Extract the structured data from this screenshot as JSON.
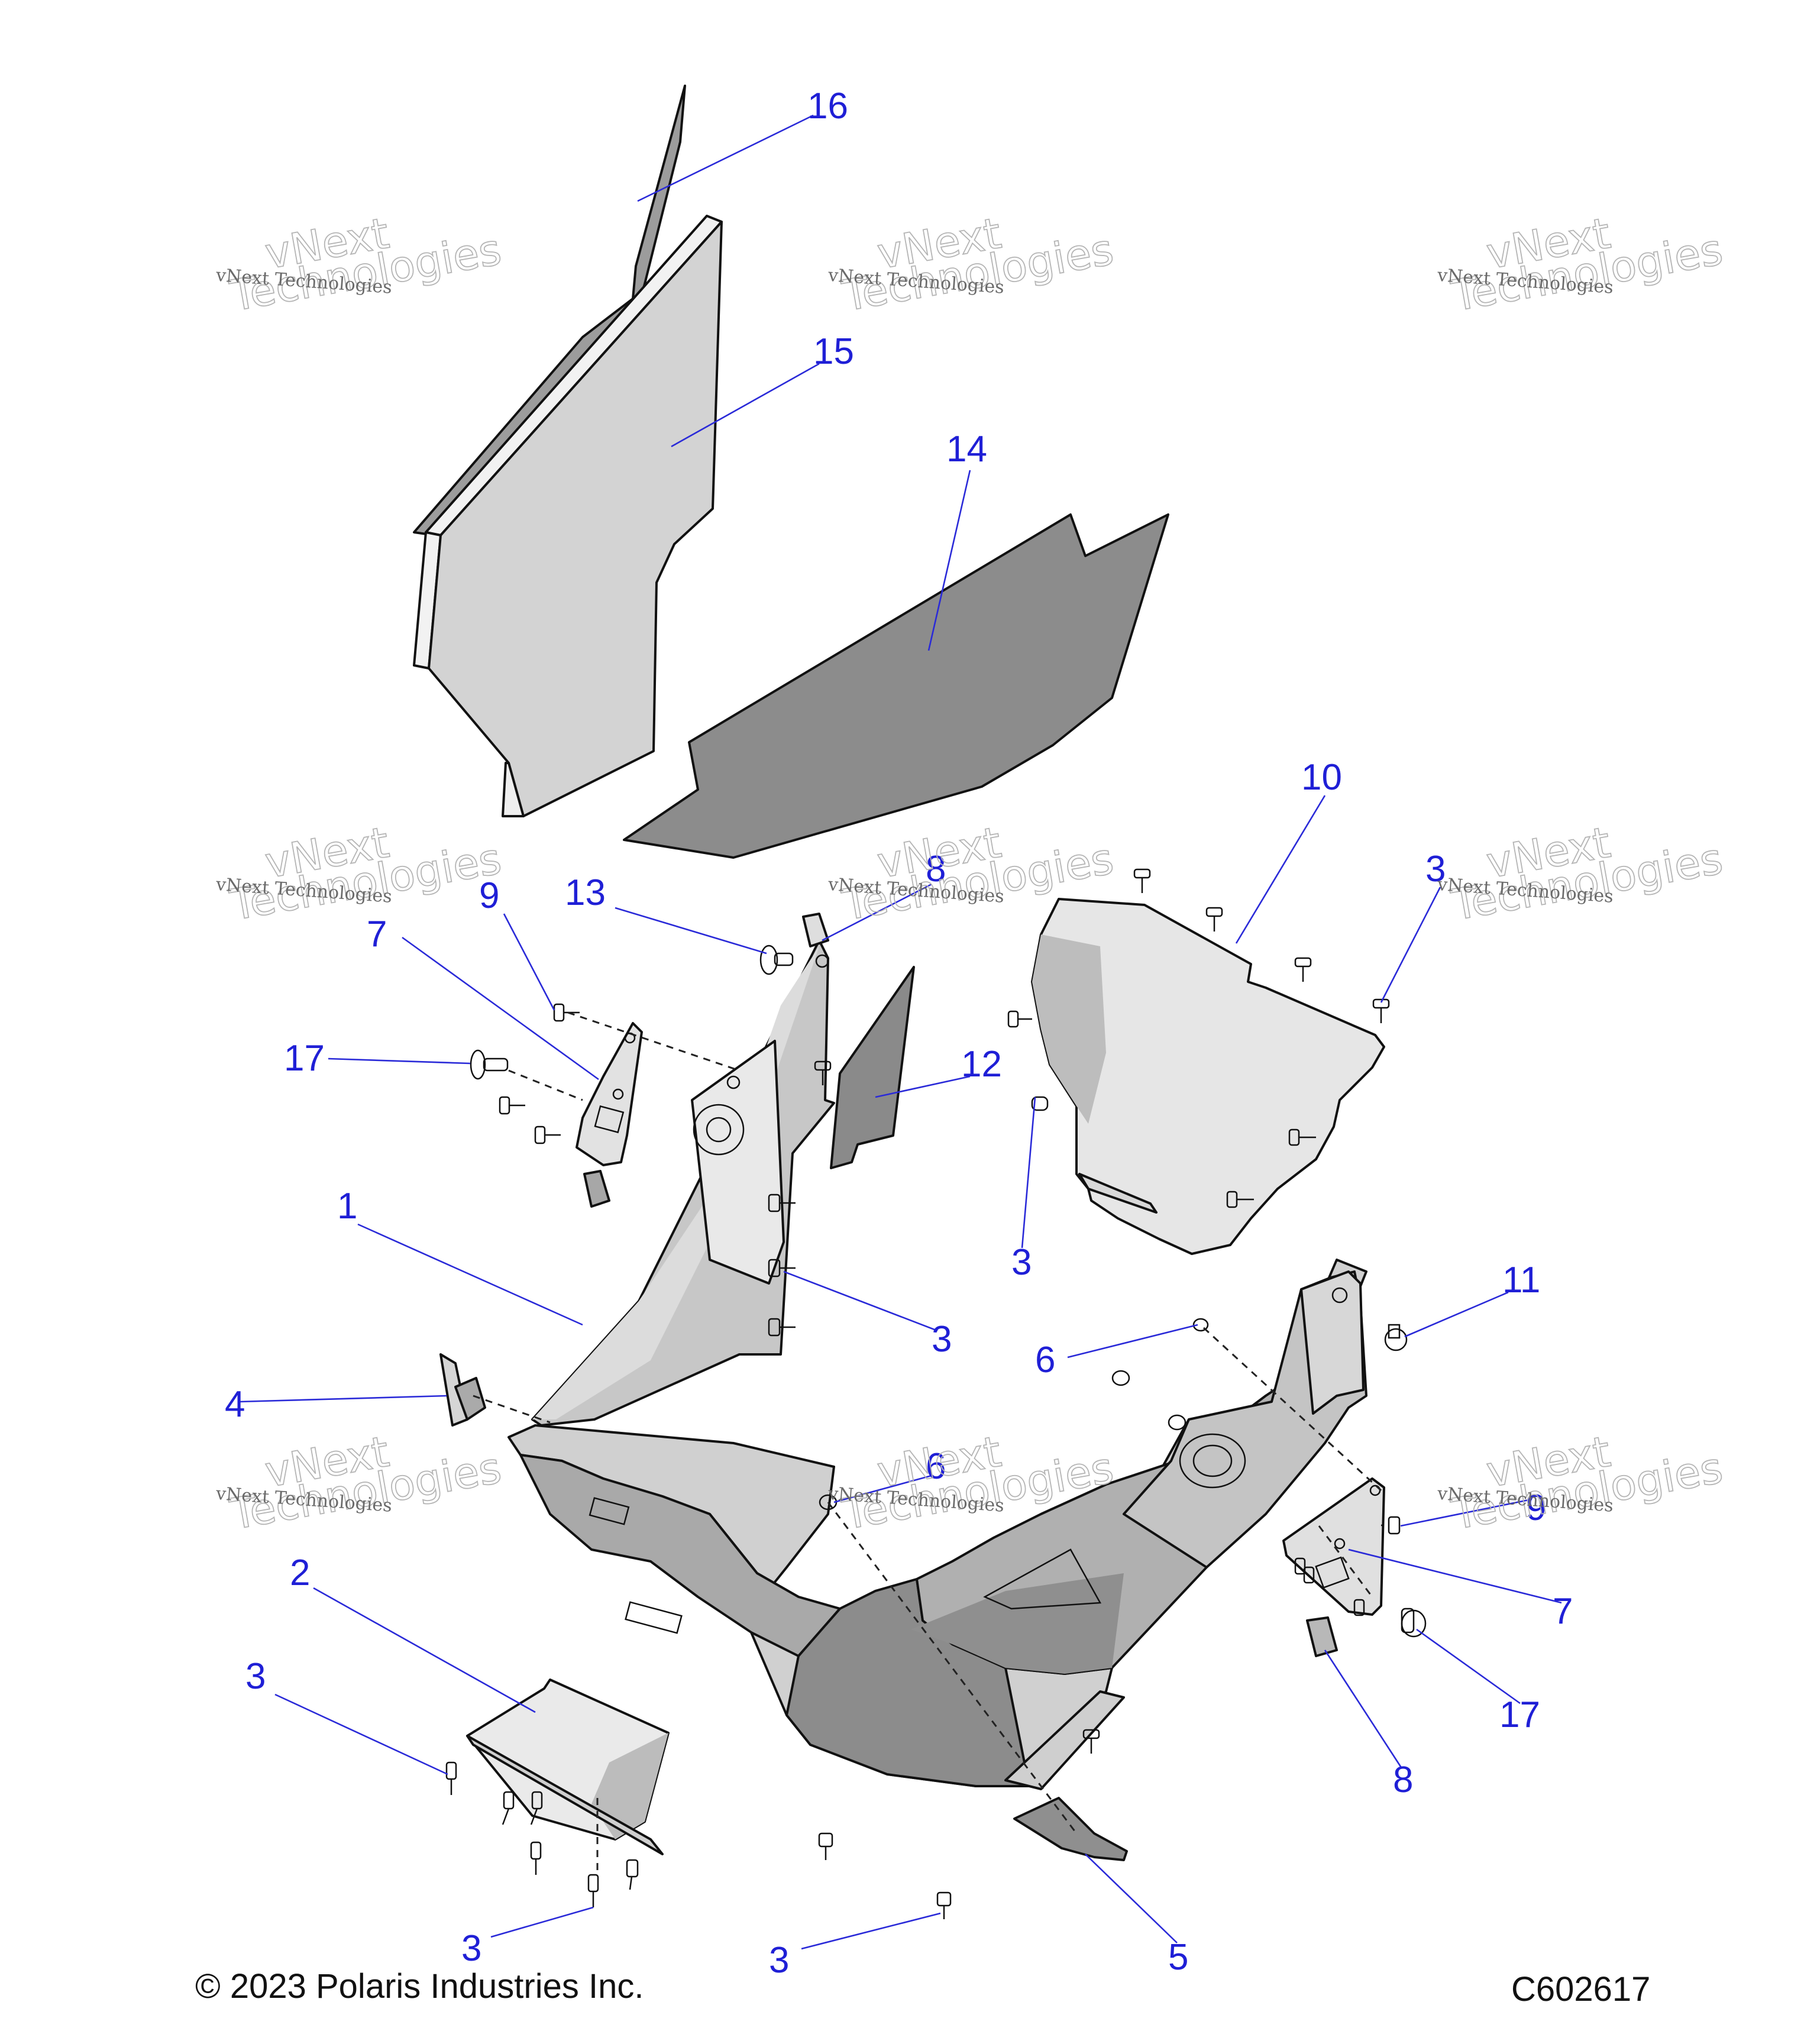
{
  "diagram": {
    "callouts": [
      "16",
      "15",
      "14",
      "10",
      "3",
      "9",
      "13",
      "8",
      "7",
      "17",
      "12",
      "1",
      "3",
      "3",
      "11",
      "6",
      "4",
      "6",
      "9",
      "7",
      "2",
      "17",
      "8",
      "3",
      "3",
      "3",
      "5"
    ],
    "watermark_line1": "vNext Technologies",
    "watermark_line2a": "vNext",
    "watermark_line2b": "Technologies"
  },
  "footer": {
    "copyright": "© 2023 Polaris Industries Inc.",
    "diagram_code": "C602617"
  },
  "colors": {
    "callout": "#1f1fd6",
    "light_panel": "#cfcfcf",
    "mid_panel": "#9a9a9a",
    "dark_panel": "#7d7d7d"
  }
}
